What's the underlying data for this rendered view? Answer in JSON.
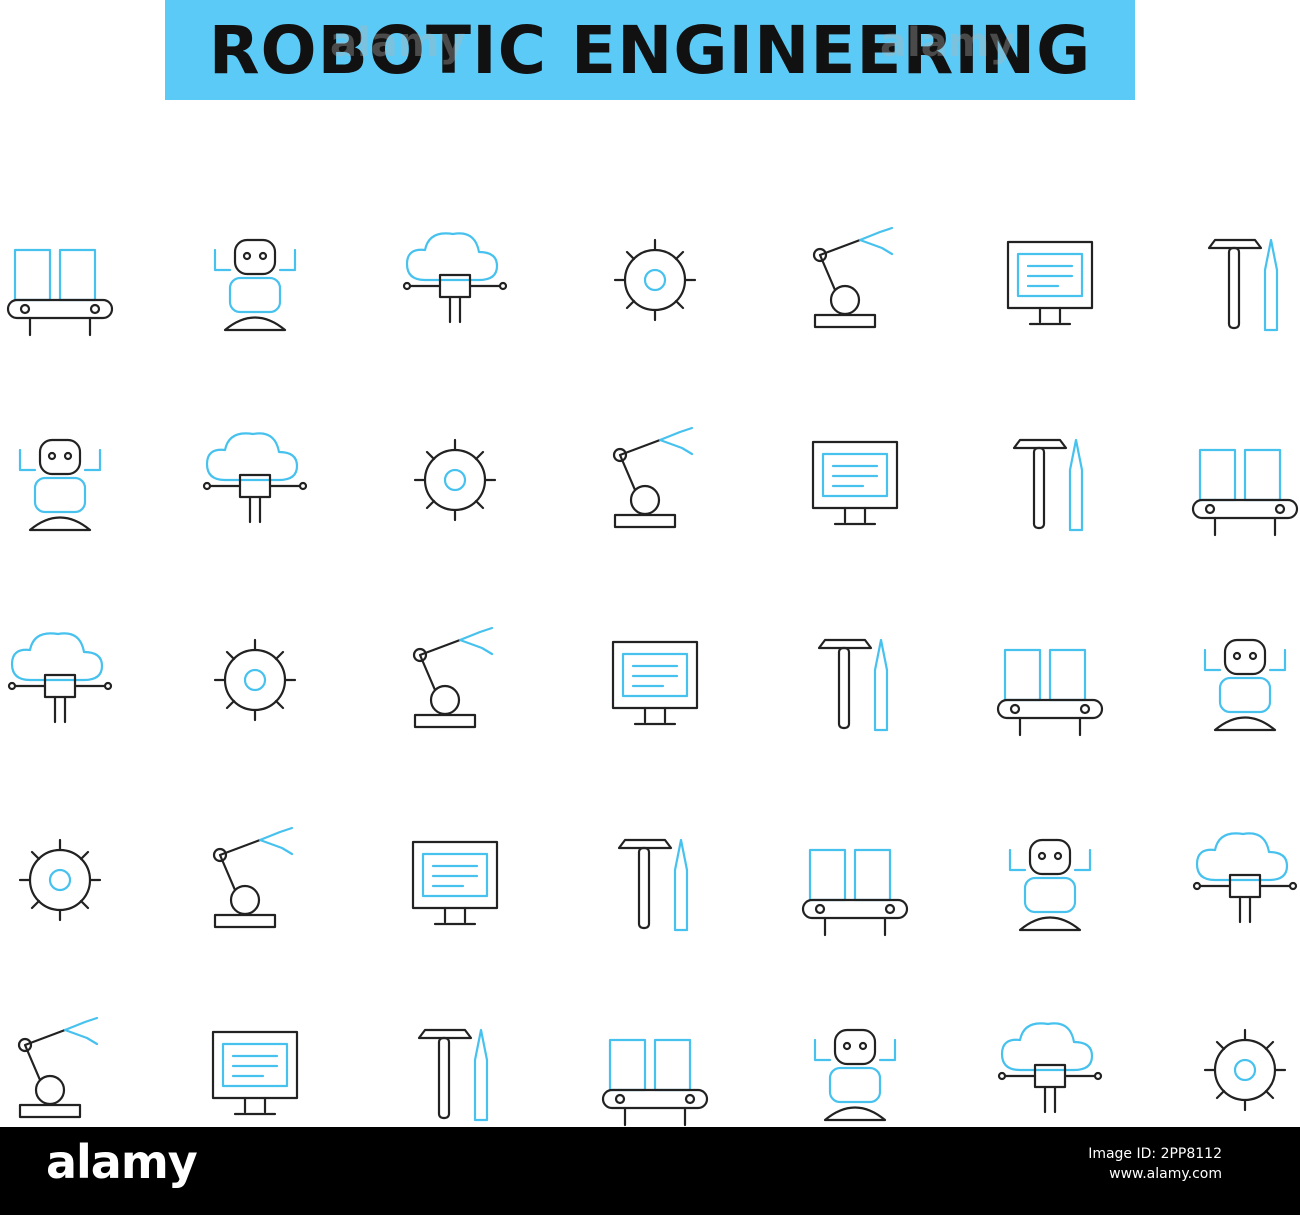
{
  "header": {
    "title": "ROBOTIC ENGINEERING"
  },
  "colors": {
    "accent": "#5ccaf6",
    "ink": "#222222",
    "icon_blue": "#47c1ee",
    "footer_bg": "#000000"
  },
  "icons": [
    [
      "conveyor-belt-icon",
      "robot-arms-icon",
      "cloud-network-icon",
      "drone-quadcopter-icon",
      "robotic-arm-icon",
      "camera-drone-icon",
      "warning-barrier-icon"
    ],
    [
      "factory-crane-icon",
      "shovel-pickaxe-icon",
      "engineer-blueprint-icon",
      "robot-remote-icon",
      "blueprint-gear-icon",
      "phone-gear-icon",
      "hammer-screwdriver-icon"
    ],
    [
      "robot-arm-base-icon",
      "toolbox-icon",
      "remote-control-icon",
      "gear-chain-icon",
      "brick-wall-icon",
      "cyborg-face-icon",
      "laptop-code-icon"
    ],
    [
      "chip-gear-icon",
      "engineer-worker-icon",
      "dump-truck-icon",
      "brain-icon",
      "smart-car-icon",
      "finance-document-icon",
      "code-window-icon"
    ],
    [
      "robot-head-icon",
      "cloud-idea-icon",
      "smart-speaker-icon",
      "vr-user-icon",
      "camera-device-icon",
      "robot-arm-cart-icon",
      "tape-measure-icon"
    ]
  ],
  "watermark": {
    "text": "alamy"
  },
  "footer": {
    "logo": "alamy",
    "image_id": "Image ID: 2PP8112",
    "site": "www.alamy.com"
  }
}
